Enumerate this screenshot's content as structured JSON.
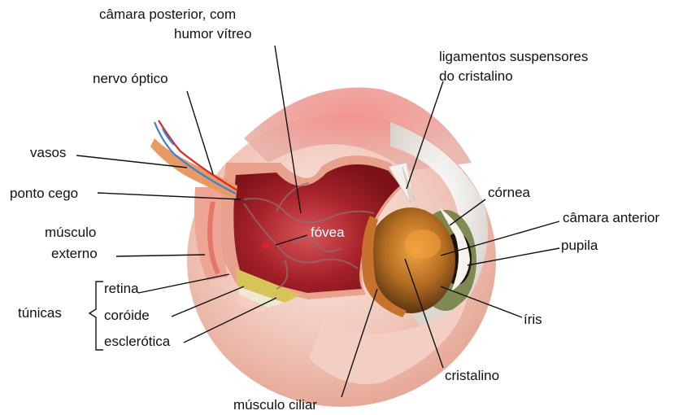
{
  "labels": {
    "posterior_chamber_line1": "câmara posterior, com",
    "posterior_chamber_line2": "humor vítreo",
    "optic_nerve": "nervo óptico",
    "suspensory_ligaments_line1": "ligamentos suspensores",
    "suspensory_ligaments_line2": "do cristalino",
    "vessels": "vasos",
    "blind_spot": "ponto cego",
    "external_muscle_line1": "músculo",
    "external_muscle_line2": "externo",
    "fovea": "fóvea",
    "cornea": "córnea",
    "anterior_chamber": "câmara anterior",
    "pupil": "pupila",
    "retina": "retina",
    "tunics": "túnicas",
    "choroid": "coróide",
    "sclera": "esclerótica",
    "iris": "íris",
    "lens": "cristalino",
    "ciliary_muscle": "músculo ciliar"
  },
  "colors": {
    "sclera": "#f3d2c8",
    "cut_surface": "#e9a08d",
    "vitreous": "#a8222a",
    "retina_band": "#d8c35a",
    "nerve": "#e79a63",
    "lens": "#9a5a1e",
    "iris": "#6c7a3c",
    "cornea": "#ece8e4",
    "vessel_blue": "#3f7fd6",
    "vessel_red": "#d8282a"
  }
}
